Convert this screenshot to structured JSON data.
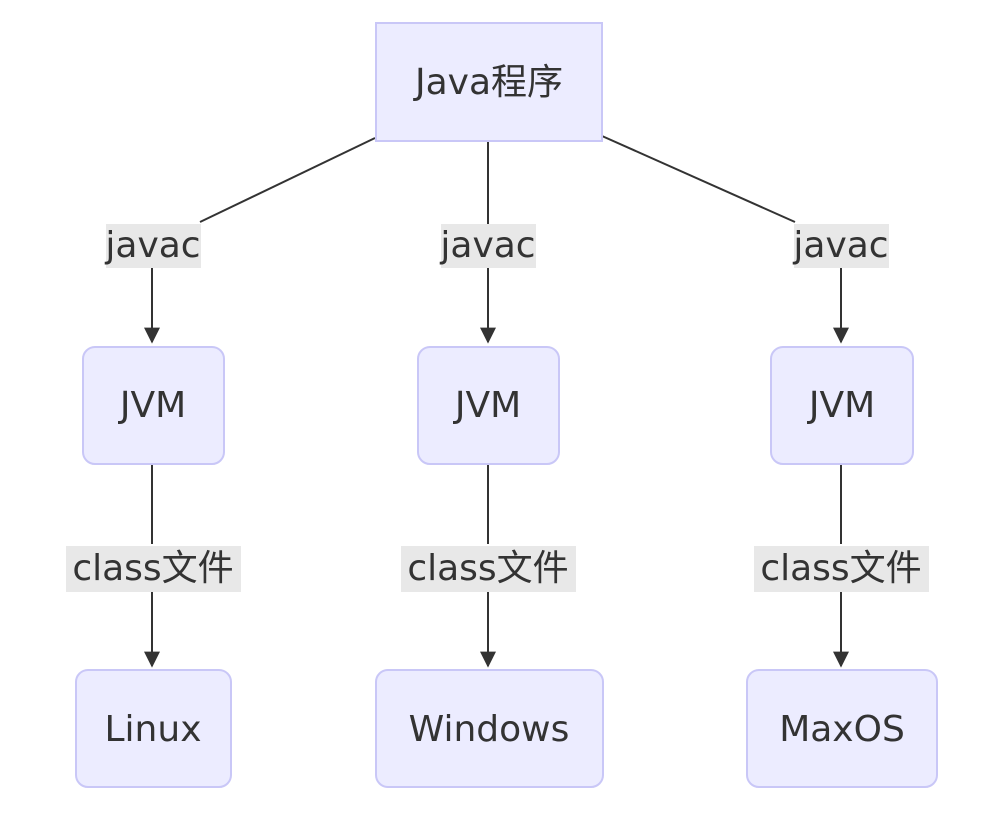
{
  "nodes": {
    "root": "Java程序",
    "jvm_linux": "JVM",
    "jvm_windows": "JVM",
    "jvm_maxos": "JVM",
    "linux": "Linux",
    "windows": "Windows",
    "maxos": "MaxOS"
  },
  "edges": {
    "compile_left": "javac",
    "compile_mid": "javac",
    "compile_right": "javac",
    "run_left": "class文件",
    "run_mid": "class文件",
    "run_right": "class文件"
  },
  "colors": {
    "node_fill": "#ECECFF",
    "node_stroke": "#C9C7F7",
    "label_bg": "#E8E8E8",
    "line": "#333333"
  }
}
